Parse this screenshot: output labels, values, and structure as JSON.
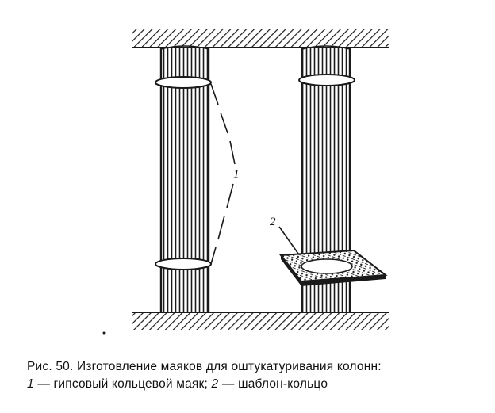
{
  "figure": {
    "callouts": {
      "label_1": "1",
      "label_2": "2"
    },
    "colors": {
      "ink": "#1a1a1a",
      "paper": "#ffffff"
    }
  },
  "caption": {
    "line1": "Рис. 50. Изготовление маяков для оштукатуривания колонн:",
    "item1_number": "1",
    "item1_text": " — гипсовый кольцевой маяк; ",
    "item2_number": "2",
    "item2_text": " — шаблон-кольцо"
  }
}
